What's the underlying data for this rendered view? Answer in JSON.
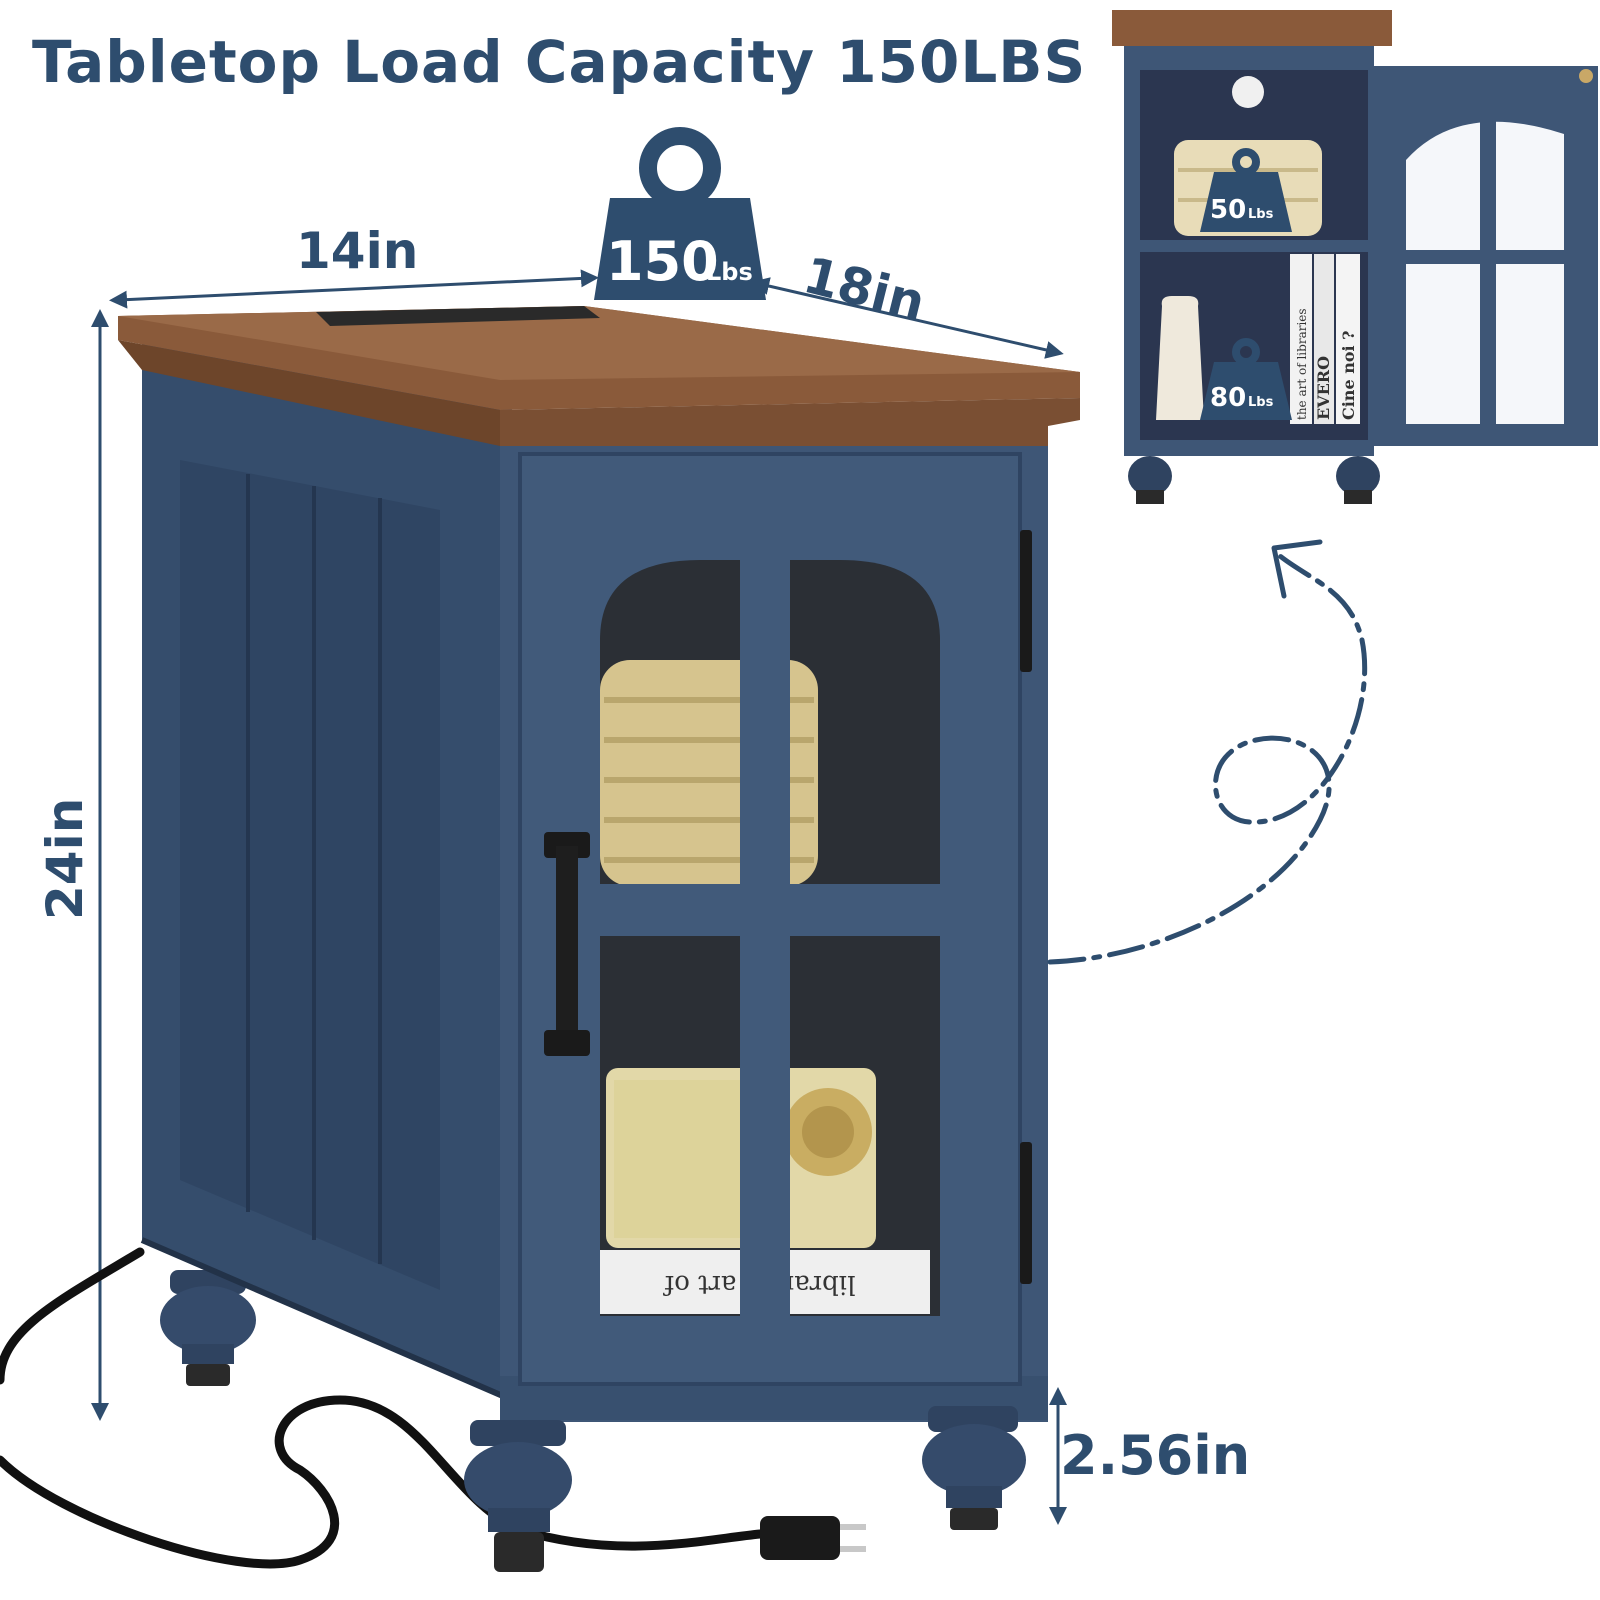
{
  "headline": "Tabletop Load Capacity 150LBS",
  "dimensions": {
    "width": "14in",
    "depth": "18in",
    "height": "24in",
    "leg_height": "2.56in"
  },
  "weights": {
    "tabletop": {
      "value": "150",
      "unit": "Lbs"
    },
    "upper_shelf": {
      "value": "50",
      "unit": "Lbs"
    },
    "lower_shelf": {
      "value": "80",
      "unit": "Lbs"
    }
  },
  "book_spines": {
    "front": "libraries   art of",
    "spine_1": "the art of libraries",
    "spine_2": "EVERO",
    "spine_3": "Cine noi ?"
  },
  "colors": {
    "navy": "#2e4d6e",
    "cabinet_blue": "#3e5676",
    "wood_top": "#8a5a3a"
  }
}
